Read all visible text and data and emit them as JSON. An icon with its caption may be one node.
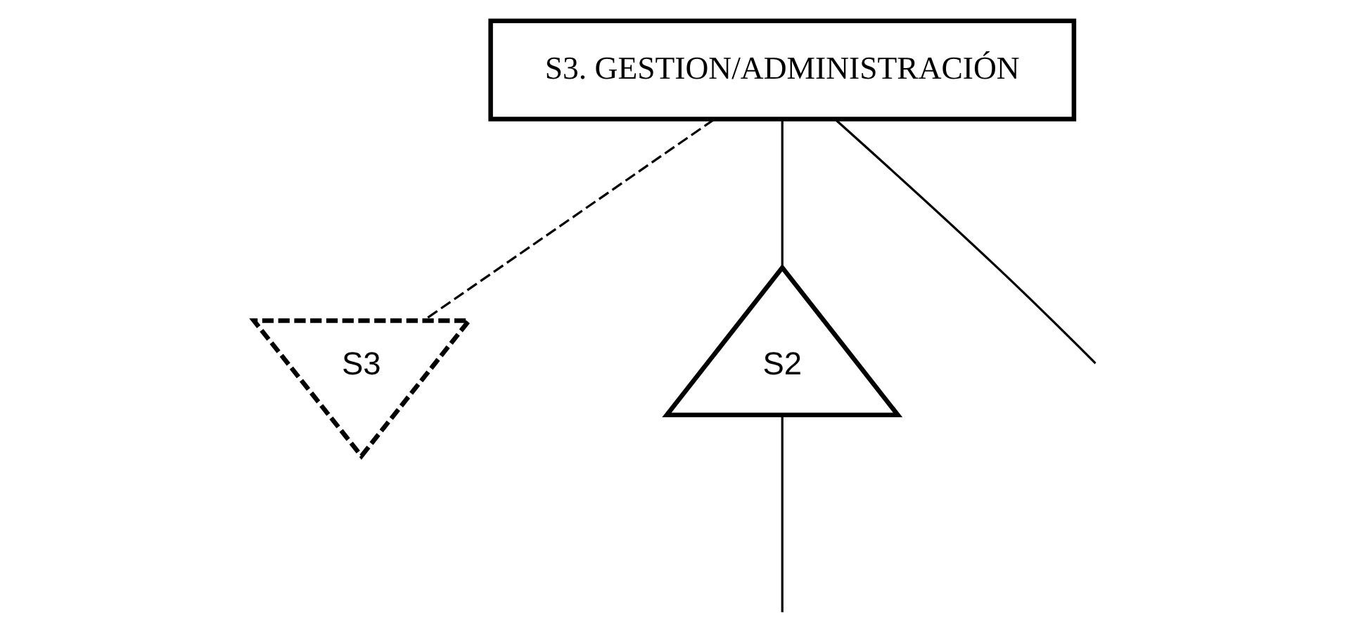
{
  "diagram": {
    "nodes": [
      {
        "text": [
          "S3. GESTION/ADMINISTRACIÓN"
        ]
      },
      {
        "text": [
          "S3"
        ]
      },
      {
        "text": [
          "S2"
        ]
      }
    ],
    "edges": [
      {
        "from": 0,
        "to": 1,
        "arrow": "none",
        "style": "dashed"
      },
      {
        "from": 0,
        "to": null,
        "arrow": "none"
      },
      {
        "from": 0,
        "to": 2,
        "arrow": "none"
      },
      {
        "from": 2,
        "to": null,
        "arrow": "none"
      }
    ]
  }
}
